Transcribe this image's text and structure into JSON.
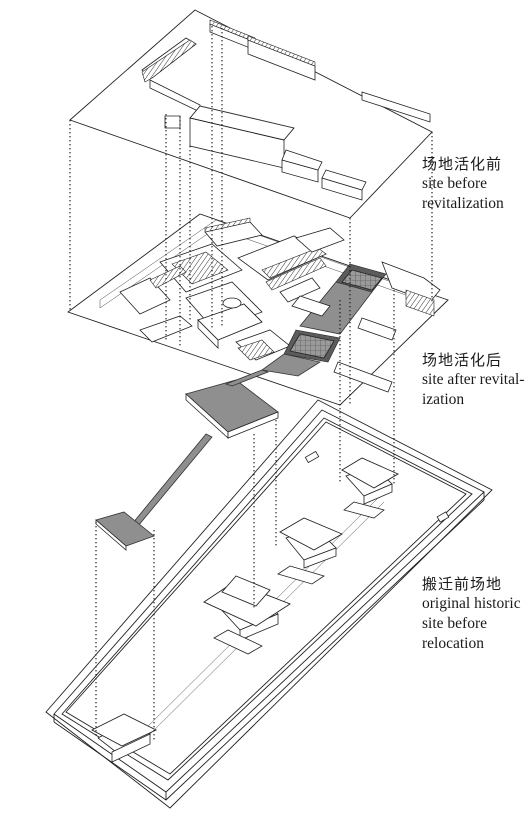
{
  "layers": [
    {
      "zh": "场地活化前",
      "en_lines": [
        "site before",
        "revitalization"
      ]
    },
    {
      "zh": "场地活化后",
      "en_lines": [
        "site after revital-",
        "ization"
      ]
    },
    {
      "zh": "搬迁前场地",
      "en_lines": [
        "original historic",
        "site before",
        "relocation"
      ]
    }
  ]
}
